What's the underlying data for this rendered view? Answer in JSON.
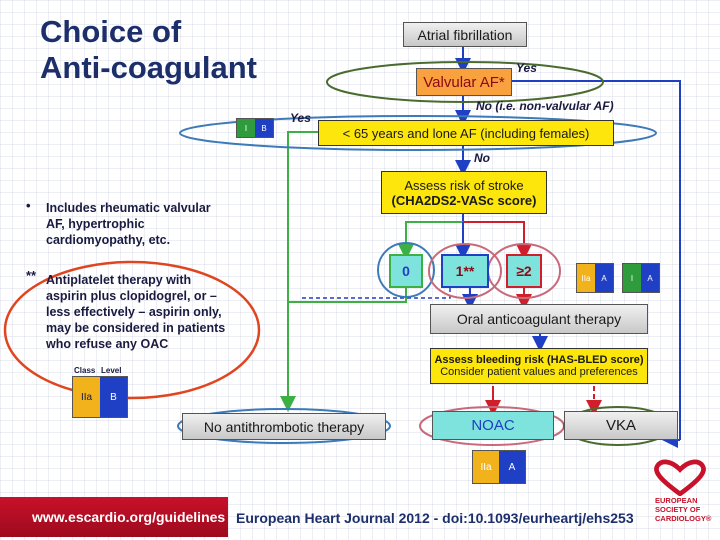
{
  "title": {
    "line1": "Choice of",
    "line2": "Anti-coagulant"
  },
  "notes": {
    "bullet_mark": "•",
    "bullet_lines": [
      "Includes rheumatic valvular",
      "AF, hypertrophic",
      "cardiomyopathy, etc."
    ],
    "star_mark": "**",
    "star_lines": [
      "Antiplatelet therapy with",
      "aspirin plus clopidogrel, or –",
      "less effectively – aspirin only,",
      "may be considered in patients",
      "who refuse any OAC"
    ]
  },
  "flow": {
    "af": "Atrial fibrillation",
    "valvular": "Valvular AF*",
    "yes1": "Yes",
    "no1": "No (i.e. non-valvular AF)",
    "yes2": "Yes",
    "lone_af": "< 65 years and lone AF (including females)",
    "no2": "No",
    "assess_line1": "Assess risk of stroke",
    "assess_line2": "(CHA2DS2-VASc score)",
    "score0": "0",
    "score1": "1**",
    "score2": "≥2",
    "oac": "Oral anticoagulant therapy",
    "bleed_line1": "Assess bleeding risk (HAS-BLED score)",
    "bleed_line2": "Consider patient values and preferences",
    "no_therapy": "No antithrombotic therapy",
    "noac": "NOAC",
    "vka": "VKA"
  },
  "badges": {
    "class_label": "Class",
    "level_label": "Level",
    "top": {
      "cls": "I",
      "lvl": "B"
    },
    "notes": {
      "cls": "IIa",
      "lvl": "B"
    },
    "score1": {
      "cls": "IIa",
      "lvl": "A"
    },
    "score2": {
      "cls": "I",
      "lvl": "A"
    },
    "noac": {
      "cls": "IIa",
      "lvl": "A"
    }
  },
  "footer": {
    "url": "www.escardio.org/guidelines",
    "journal": "European Heart Journal 2012 - doi:10.1093/eurheartj/ehs253",
    "logo_lines": [
      "EUROPEAN",
      "SOCIETY OF",
      "CARDIOLOGY®"
    ]
  },
  "colors": {
    "class_I": "#2e9b3c",
    "class_IIa": "#f2b21b",
    "level": "#1f3fc4",
    "green_arrow": "#3cb043",
    "red": "#d01f2a",
    "blue": "#1f3fc4",
    "brand": "#c8112a"
  }
}
